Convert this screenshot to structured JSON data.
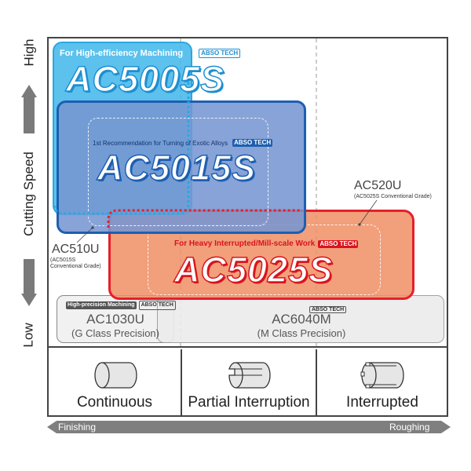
{
  "axis": {
    "y_high": "High",
    "y_title": "Cutting Speed",
    "y_low": "Low",
    "x_left": "Finishing",
    "x_right": "Roughing"
  },
  "grades": {
    "ac5005s": {
      "tagline": "For High-efficiency Machining",
      "badge": "ABSO TECH",
      "name": "AC5005S",
      "color": "#2ba8e0"
    },
    "ac5015s": {
      "tagline": "1st Recommendation for Turning of Exotic Alloys",
      "badge": "ABSO TECH",
      "name": "AC5015S",
      "color": "#1d5fb0"
    },
    "ac5025s": {
      "tagline": "For Heavy Interrupted/Mill-scale Work",
      "badge": "ABSO TECH",
      "name": "AC5025S",
      "color": "#e5202a"
    },
    "ac520u": {
      "name": "AC520U",
      "note": "(AC5025S Conventional Grade)"
    },
    "ac510u": {
      "name": "AC510U",
      "note_line1": "(AC5015S",
      "note_line2": "Conventional Grade)"
    },
    "ac1030u": {
      "tag": "High-precision Machining",
      "badge": "ABSO TECH",
      "name": "AC1030U",
      "sub": "(G Class Precision)"
    },
    "ac6040m": {
      "badge": "ABSO TECH",
      "name": "AC6040M",
      "sub": "(M Class Precision)"
    }
  },
  "work_types": [
    {
      "label": "Continuous",
      "icon": "solid-cylinder-icon"
    },
    {
      "label": "Partial Interruption",
      "icon": "grooved-cylinder-icon"
    },
    {
      "label": "Interrupted",
      "icon": "multi-grooved-cylinder-icon"
    }
  ]
}
